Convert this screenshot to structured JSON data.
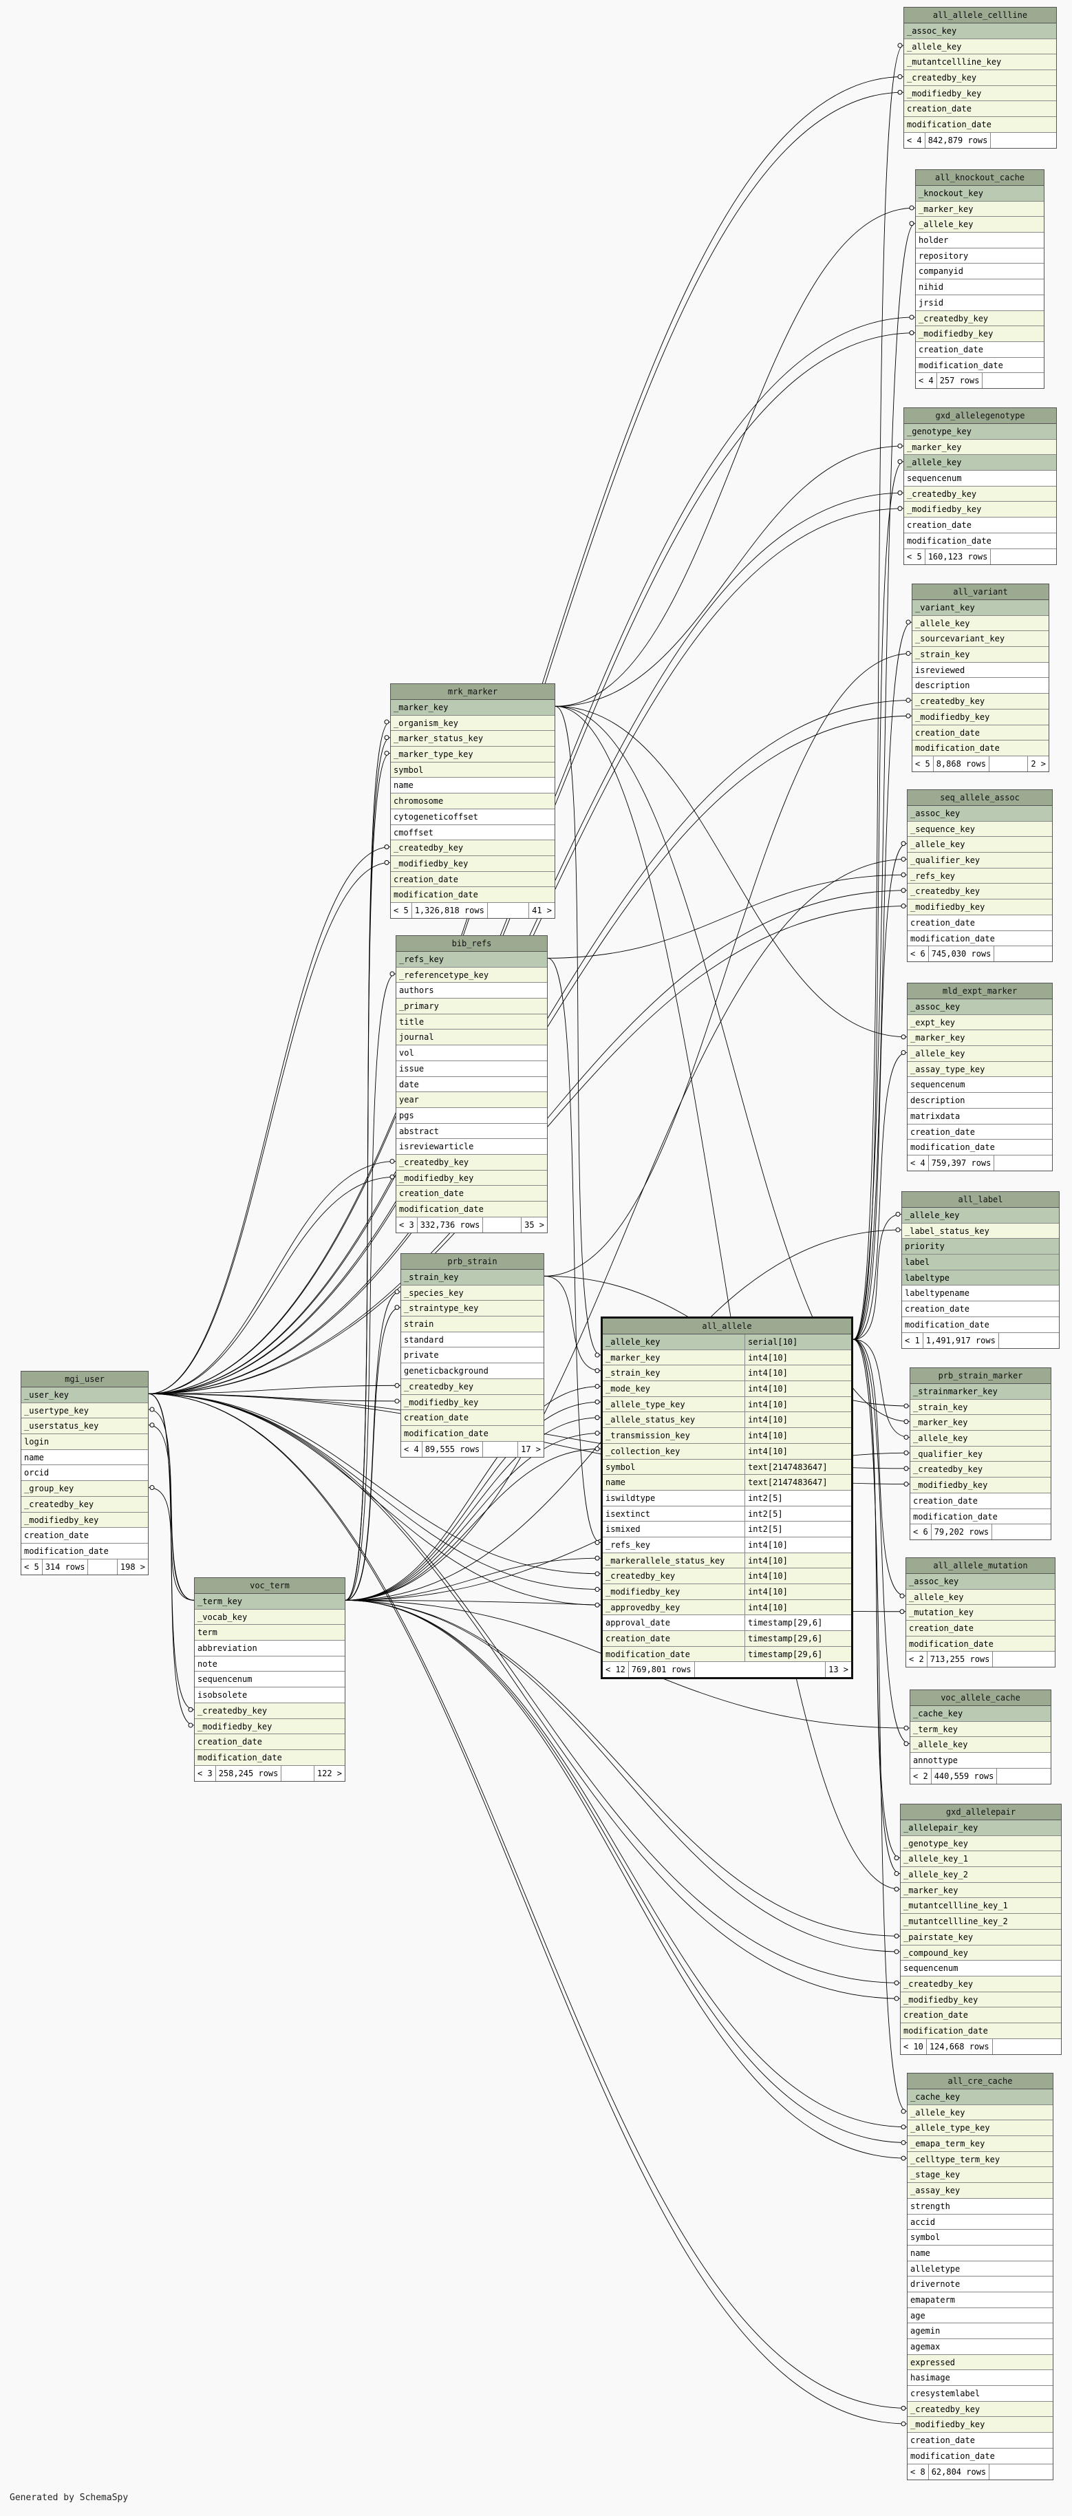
{
  "generated_by": "Generated by SchemaSpy",
  "colors": {
    "header": "#9caa92",
    "primary_key": "#bac9b1",
    "foreign_key": "#f4f7e0",
    "plain": "#ffffff",
    "wire": "#000000"
  },
  "tables": [
    {
      "name": "all_allele_cellline",
      "cols": [
        [
          "_assoc_key",
          "pk"
        ],
        [
          "_allele_key",
          "fk"
        ],
        [
          "_mutantcellline_key",
          "fk"
        ],
        [
          "_createdby_key",
          "fk"
        ],
        [
          "_modifiedby_key",
          "fk"
        ],
        [
          "creation_date",
          "idx"
        ],
        [
          "modification_date",
          "idx"
        ]
      ],
      "foot": [
        "< 4",
        "842,879 rows",
        ""
      ]
    },
    {
      "name": "all_knockout_cache",
      "cols": [
        [
          "_knockout_key",
          "pk"
        ],
        [
          "_marker_key",
          "fk"
        ],
        [
          "_allele_key",
          "fk"
        ],
        [
          "holder",
          "pl"
        ],
        [
          "repository",
          "pl"
        ],
        [
          "companyid",
          "pl"
        ],
        [
          "nihid",
          "pl"
        ],
        [
          "jrsid",
          "pl"
        ],
        [
          "_createdby_key",
          "fk"
        ],
        [
          "_modifiedby_key",
          "fk"
        ],
        [
          "creation_date",
          "pl"
        ],
        [
          "modification_date",
          "pl"
        ]
      ],
      "foot": [
        "< 4",
        "257 rows",
        ""
      ]
    },
    {
      "name": "gxd_allelegenotype",
      "cols": [
        [
          "_genotype_key",
          "pk"
        ],
        [
          "_marker_key",
          "fk"
        ],
        [
          "_allele_key",
          "pk"
        ],
        [
          "sequencenum",
          "pl"
        ],
        [
          "_createdby_key",
          "fk"
        ],
        [
          "_modifiedby_key",
          "fk"
        ],
        [
          "creation_date",
          "pl"
        ],
        [
          "modification_date",
          "pl"
        ]
      ],
      "foot": [
        "< 5",
        "160,123 rows",
        ""
      ]
    },
    {
      "name": "all_variant",
      "cols": [
        [
          "_variant_key",
          "pk"
        ],
        [
          "_allele_key",
          "fk"
        ],
        [
          "_sourcevariant_key",
          "fk"
        ],
        [
          "_strain_key",
          "fk"
        ],
        [
          "isreviewed",
          "pl"
        ],
        [
          "description",
          "pl"
        ],
        [
          "_createdby_key",
          "fk"
        ],
        [
          "_modifiedby_key",
          "fk"
        ],
        [
          "creation_date",
          "idx"
        ],
        [
          "modification_date",
          "idx"
        ]
      ],
      "foot": [
        "< 5",
        "8,868 rows",
        "2 >"
      ]
    },
    {
      "name": "seq_allele_assoc",
      "cols": [
        [
          "_assoc_key",
          "pk"
        ],
        [
          "_sequence_key",
          "fk"
        ],
        [
          "_allele_key",
          "fk"
        ],
        [
          "_qualifier_key",
          "fk"
        ],
        [
          "_refs_key",
          "fk"
        ],
        [
          "_createdby_key",
          "fk"
        ],
        [
          "_modifiedby_key",
          "fk"
        ],
        [
          "creation_date",
          "pl"
        ],
        [
          "modification_date",
          "pl"
        ]
      ],
      "foot": [
        "< 6",
        "745,030 rows",
        ""
      ]
    },
    {
      "name": "mld_expt_marker",
      "cols": [
        [
          "_assoc_key",
          "pk"
        ],
        [
          "_expt_key",
          "fk"
        ],
        [
          "_marker_key",
          "fk"
        ],
        [
          "_allele_key",
          "fk"
        ],
        [
          "_assay_type_key",
          "fk"
        ],
        [
          "sequencenum",
          "pl"
        ],
        [
          "description",
          "pl"
        ],
        [
          "matrixdata",
          "pl"
        ],
        [
          "creation_date",
          "pl"
        ],
        [
          "modification_date",
          "pl"
        ]
      ],
      "foot": [
        "< 4",
        "759,397 rows",
        ""
      ]
    },
    {
      "name": "all_label",
      "cols": [
        [
          "_allele_key",
          "pk"
        ],
        [
          "_label_status_key",
          "fk"
        ],
        [
          "priority",
          "pk"
        ],
        [
          "label",
          "pk"
        ],
        [
          "labeltype",
          "pk"
        ],
        [
          "labeltypename",
          "pl"
        ],
        [
          "creation_date",
          "pl"
        ],
        [
          "modification_date",
          "pl"
        ]
      ],
      "foot": [
        "< 1",
        "1,491,917 rows",
        ""
      ]
    },
    {
      "name": "prb_strain_marker",
      "cols": [
        [
          "_strainmarker_key",
          "pk"
        ],
        [
          "_strain_key",
          "fk"
        ],
        [
          "_marker_key",
          "fk"
        ],
        [
          "_allele_key",
          "fk"
        ],
        [
          "_qualifier_key",
          "fk"
        ],
        [
          "_createdby_key",
          "fk"
        ],
        [
          "_modifiedby_key",
          "fk"
        ],
        [
          "creation_date",
          "pl"
        ],
        [
          "modification_date",
          "pl"
        ]
      ],
      "foot": [
        "< 6",
        "79,202 rows",
        ""
      ]
    },
    {
      "name": "all_allele_mutation",
      "cols": [
        [
          "_assoc_key",
          "pk"
        ],
        [
          "_allele_key",
          "fk"
        ],
        [
          "_mutation_key",
          "fk"
        ],
        [
          "creation_date",
          "idx"
        ],
        [
          "modification_date",
          "idx"
        ]
      ],
      "foot": [
        "< 2",
        "713,255 rows",
        ""
      ]
    },
    {
      "name": "voc_allele_cache",
      "cols": [
        [
          "_cache_key",
          "pk"
        ],
        [
          "_term_key",
          "fk"
        ],
        [
          "_allele_key",
          "fk"
        ],
        [
          "annottype",
          "pl"
        ]
      ],
      "foot": [
        "< 2",
        "440,559 rows",
        ""
      ]
    },
    {
      "name": "gxd_allelepair",
      "cols": [
        [
          "_allelepair_key",
          "pk"
        ],
        [
          "_genotype_key",
          "fk"
        ],
        [
          "_allele_key_1",
          "fk"
        ],
        [
          "_allele_key_2",
          "fk"
        ],
        [
          "_marker_key",
          "fk"
        ],
        [
          "_mutantcellline_key_1",
          "fk"
        ],
        [
          "_mutantcellline_key_2",
          "fk"
        ],
        [
          "_pairstate_key",
          "fk"
        ],
        [
          "_compound_key",
          "fk"
        ],
        [
          "sequencenum",
          "pl"
        ],
        [
          "_createdby_key",
          "fk"
        ],
        [
          "_modifiedby_key",
          "fk"
        ],
        [
          "creation_date",
          "idx"
        ],
        [
          "modification_date",
          "idx"
        ]
      ],
      "foot": [
        "< 10",
        "124,668 rows",
        ""
      ]
    },
    {
      "name": "all_cre_cache",
      "cols": [
        [
          "_cache_key",
          "pk"
        ],
        [
          "_allele_key",
          "fk"
        ],
        [
          "_allele_type_key",
          "fk"
        ],
        [
          "_emapa_term_key",
          "fk"
        ],
        [
          "_celltype_term_key",
          "fk"
        ],
        [
          "_stage_key",
          "fk"
        ],
        [
          "_assay_key",
          "fk"
        ],
        [
          "strength",
          "pl"
        ],
        [
          "accid",
          "pl"
        ],
        [
          "symbol",
          "pl"
        ],
        [
          "name",
          "pl"
        ],
        [
          "alleletype",
          "pl"
        ],
        [
          "drivernote",
          "pl"
        ],
        [
          "emapaterm",
          "pl"
        ],
        [
          "age",
          "pl"
        ],
        [
          "agemin",
          "pl"
        ],
        [
          "agemax",
          "pl"
        ],
        [
          "expressed",
          "idx"
        ],
        [
          "hasimage",
          "pl"
        ],
        [
          "cresystemlabel",
          "pl"
        ],
        [
          "_createdby_key",
          "fk"
        ],
        [
          "_modifiedby_key",
          "fk"
        ],
        [
          "creation_date",
          "pl"
        ],
        [
          "modification_date",
          "pl"
        ]
      ],
      "foot": [
        "< 8",
        "62,804 rows",
        ""
      ]
    },
    {
      "name": "mrk_marker",
      "cols": [
        [
          "_marker_key",
          "pk"
        ],
        [
          "_organism_key",
          "fk"
        ],
        [
          "_marker_status_key",
          "fk"
        ],
        [
          "_marker_type_key",
          "fk"
        ],
        [
          "symbol",
          "idx"
        ],
        [
          "name",
          "pl"
        ],
        [
          "chromosome",
          "idx"
        ],
        [
          "cytogeneticoffset",
          "pl"
        ],
        [
          "cmoffset",
          "pl"
        ],
        [
          "_createdby_key",
          "fk"
        ],
        [
          "_modifiedby_key",
          "fk"
        ],
        [
          "creation_date",
          "idx"
        ],
        [
          "modification_date",
          "idx"
        ]
      ],
      "foot": [
        "< 5",
        "1,326,818 rows",
        "41 >"
      ]
    },
    {
      "name": "bib_refs",
      "cols": [
        [
          "_refs_key",
          "pk"
        ],
        [
          "_referencetype_key",
          "fk"
        ],
        [
          "authors",
          "pl"
        ],
        [
          "_primary",
          "idx"
        ],
        [
          "title",
          "idx"
        ],
        [
          "journal",
          "idx"
        ],
        [
          "vol",
          "pl"
        ],
        [
          "issue",
          "pl"
        ],
        [
          "date",
          "pl"
        ],
        [
          "year",
          "idx"
        ],
        [
          "pgs",
          "pl"
        ],
        [
          "abstract",
          "pl"
        ],
        [
          "isreviewarticle",
          "pl"
        ],
        [
          "_createdby_key",
          "fk"
        ],
        [
          "_modifiedby_key",
          "fk"
        ],
        [
          "creation_date",
          "idx"
        ],
        [
          "modification_date",
          "idx"
        ]
      ],
      "foot": [
        "< 3",
        "332,736 rows",
        "35 >"
      ]
    },
    {
      "name": "prb_strain",
      "cols": [
        [
          "_strain_key",
          "pk"
        ],
        [
          "_species_key",
          "fk"
        ],
        [
          "_straintype_key",
          "fk"
        ],
        [
          "strain",
          "idx"
        ],
        [
          "standard",
          "pl"
        ],
        [
          "private",
          "pl"
        ],
        [
          "geneticbackground",
          "pl"
        ],
        [
          "_createdby_key",
          "fk"
        ],
        [
          "_modifiedby_key",
          "fk"
        ],
        [
          "creation_date",
          "idx"
        ],
        [
          "modification_date",
          "idx"
        ]
      ],
      "foot": [
        "< 4",
        "89,555 rows",
        "17 >"
      ]
    },
    {
      "name": "all_allele",
      "focus": true,
      "cols": [
        [
          "_allele_key",
          "pk",
          "serial[10]"
        ],
        [
          "_marker_key",
          "fk",
          "int4[10]"
        ],
        [
          "_strain_key",
          "fk",
          "int4[10]"
        ],
        [
          "_mode_key",
          "fk",
          "int4[10]"
        ],
        [
          "_allele_type_key",
          "fk",
          "int4[10]"
        ],
        [
          "_allele_status_key",
          "fk",
          "int4[10]"
        ],
        [
          "_transmission_key",
          "fk",
          "int4[10]"
        ],
        [
          "_collection_key",
          "fk",
          "int4[10]"
        ],
        [
          "symbol",
          "idx",
          "text[2147483647]"
        ],
        [
          "name",
          "idx",
          "text[2147483647]"
        ],
        [
          "iswildtype",
          "pl",
          "int2[5]"
        ],
        [
          "isextinct",
          "pl",
          "int2[5]"
        ],
        [
          "ismixed",
          "pl",
          "int2[5]"
        ],
        [
          "_refs_key",
          "pl",
          "int4[10]"
        ],
        [
          "_markerallele_status_key",
          "fk",
          "int4[10]"
        ],
        [
          "_createdby_key",
          "fk",
          "int4[10]"
        ],
        [
          "_modifiedby_key",
          "fk",
          "int4[10]"
        ],
        [
          "_approvedby_key",
          "fk",
          "int4[10]"
        ],
        [
          "approval_date",
          "pl",
          "timestamp[29,6]"
        ],
        [
          "creation_date",
          "idx",
          "timestamp[29,6]"
        ],
        [
          "modification_date",
          "idx",
          "timestamp[29,6]"
        ]
      ],
      "foot": [
        "< 12",
        "769,801 rows",
        "13 >"
      ]
    },
    {
      "name": "mgi_user",
      "cols": [
        [
          "_user_key",
          "pk"
        ],
        [
          "_usertype_key",
          "fk"
        ],
        [
          "_userstatus_key",
          "fk"
        ],
        [
          "login",
          "idx"
        ],
        [
          "name",
          "pl"
        ],
        [
          "orcid",
          "pl"
        ],
        [
          "_group_key",
          "fk"
        ],
        [
          "_createdby_key",
          "fk"
        ],
        [
          "_modifiedby_key",
          "fk"
        ],
        [
          "creation_date",
          "pl"
        ],
        [
          "modification_date",
          "pl"
        ]
      ],
      "foot": [
        "< 5",
        "314 rows",
        "198 >"
      ]
    },
    {
      "name": "voc_term",
      "cols": [
        [
          "_term_key",
          "pk"
        ],
        [
          "_vocab_key",
          "fk"
        ],
        [
          "term",
          "idx"
        ],
        [
          "abbreviation",
          "pl"
        ],
        [
          "note",
          "pl"
        ],
        [
          "sequencenum",
          "pl"
        ],
        [
          "isobsolete",
          "pl"
        ],
        [
          "_createdby_key",
          "fk"
        ],
        [
          "_modifiedby_key",
          "fk"
        ],
        [
          "creation_date",
          "idx"
        ],
        [
          "modification_date",
          "idx"
        ]
      ],
      "foot": [
        "< 3",
        "258,245 rows",
        "122 >"
      ]
    }
  ]
}
